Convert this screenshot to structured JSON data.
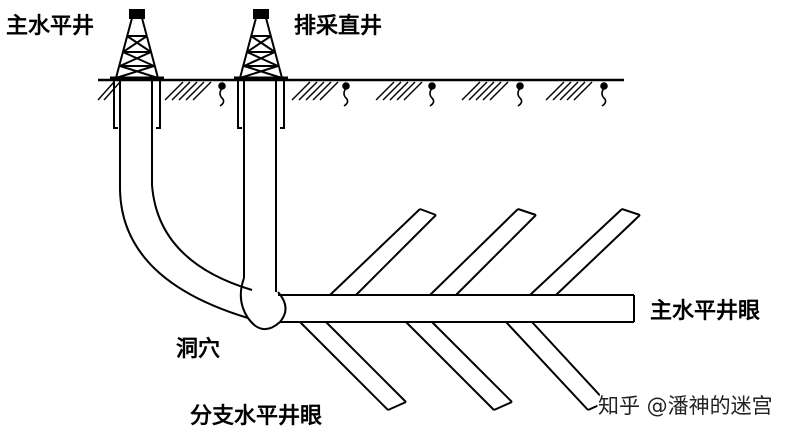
{
  "labels": {
    "main_horizontal_well": "主水平井",
    "production_vertical_well": "排采直井",
    "main_horizontal_wellbore": "主水平井眼",
    "cavity": "洞穴",
    "branch_horizontal_wellbore": "分支水平井眼"
  },
  "watermark": {
    "text": "知乎 @潘神的迷宫"
  },
  "colors": {
    "line": "#000000",
    "background": "#ffffff"
  }
}
